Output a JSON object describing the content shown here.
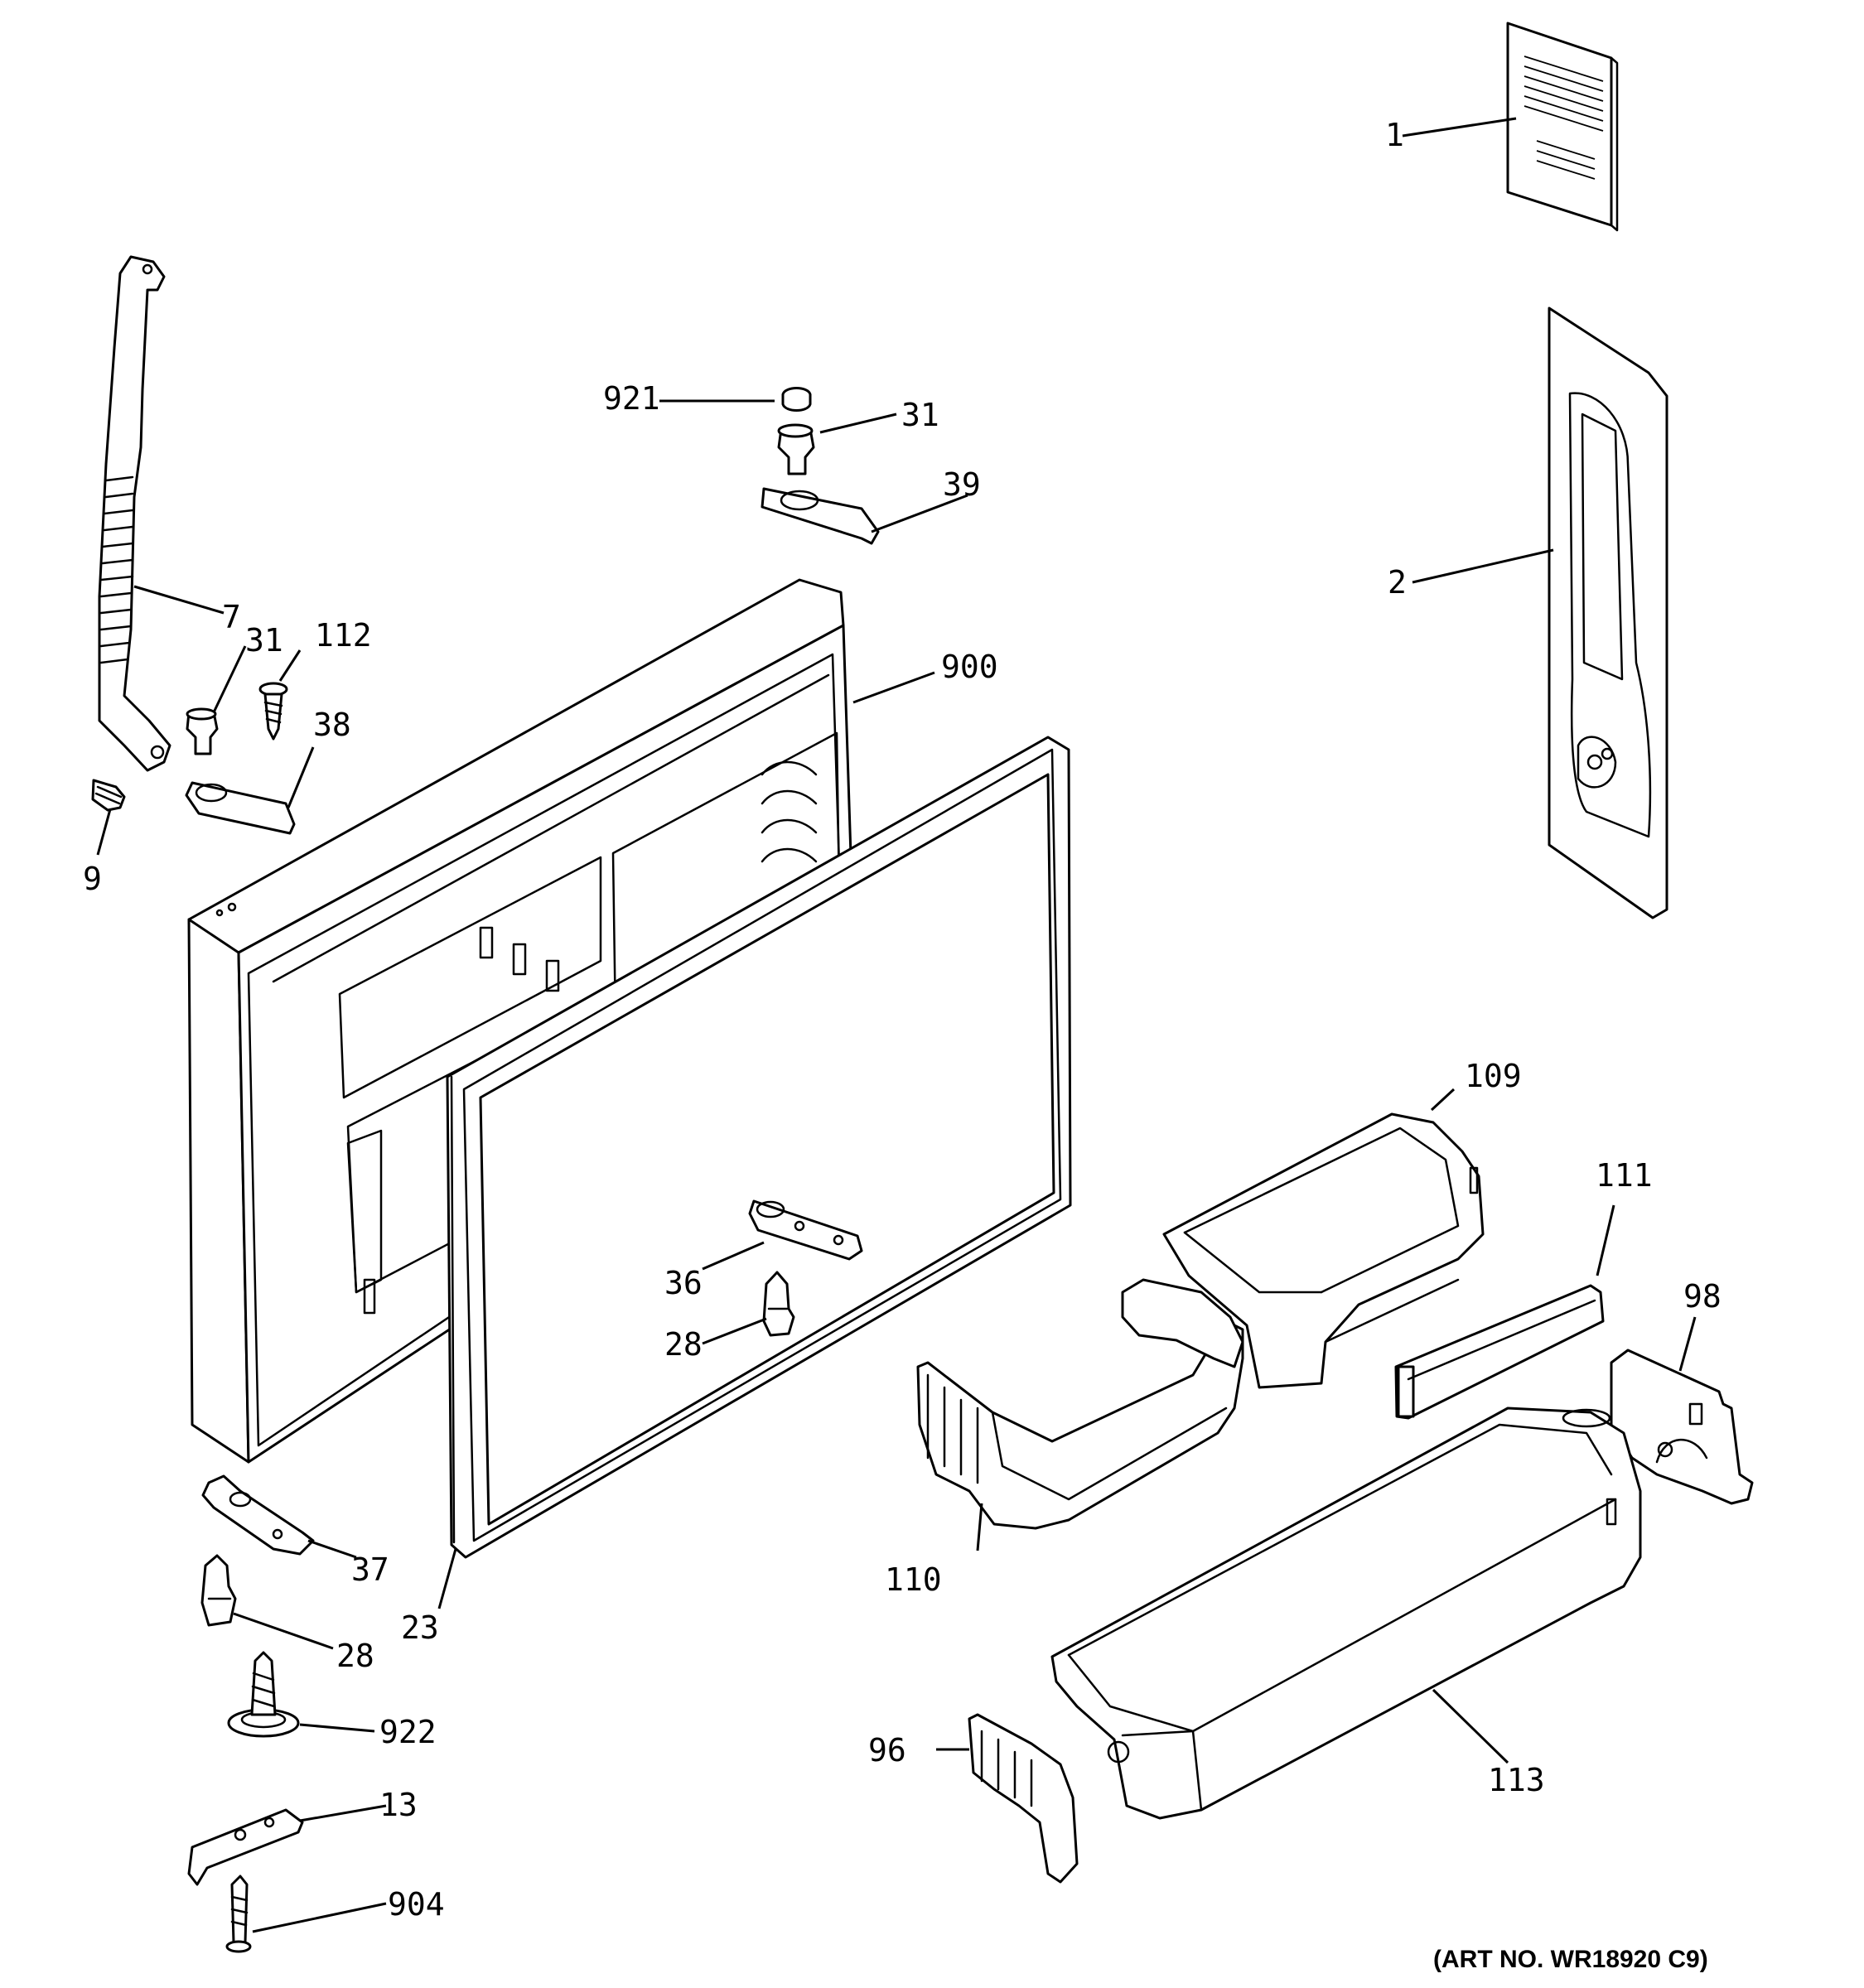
{
  "diagram": {
    "art_number": "(ART NO. WR18920 C9)",
    "callouts": {
      "c1": "1",
      "c2": "2",
      "c7": "7",
      "c9": "9",
      "c13": "13",
      "c23": "23",
      "c28a": "28",
      "c28b": "28",
      "c31a": "31",
      "c31b": "31",
      "c36": "36",
      "c37": "37",
      "c38": "38",
      "c39": "39",
      "c96": "96",
      "c98": "98",
      "c109": "109",
      "c110": "110",
      "c111": "111",
      "c112": "112",
      "c113": "113",
      "c900": "900",
      "c904": "904",
      "c921": "921",
      "c922": "922"
    }
  }
}
